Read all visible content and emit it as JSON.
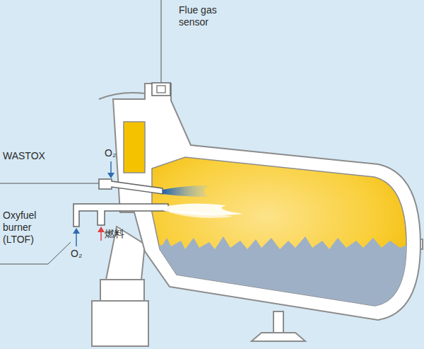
{
  "diagram": {
    "labels": [
      "Flue gas sensor",
      "WASTOX",
      "O₂",
      "Oxyfuel burner (LTOF)",
      "O₂",
      "燃料"
    ]
  }
}
